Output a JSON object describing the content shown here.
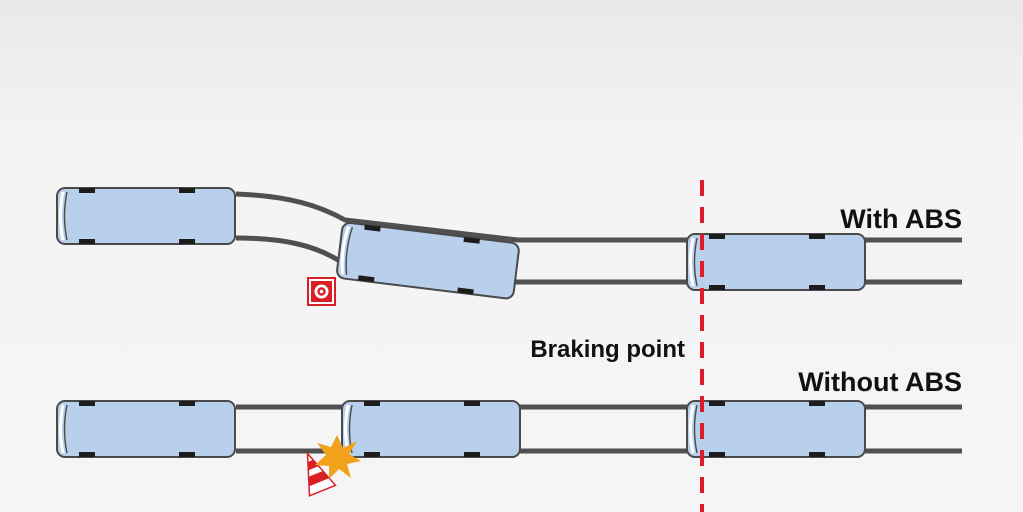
{
  "labels": {
    "with_abs": "With ABS",
    "without_abs": "Without ABS",
    "braking_point": "Braking point"
  },
  "icons": {
    "obstacle_marker": "target-sign-icon",
    "traffic_cone": "traffic-cone-icon",
    "collision": "collision-burst-icon"
  },
  "colors": {
    "bus_body": "#b9d0ec",
    "bus_body_straight": "#c2d5ec",
    "wheel": "#1c1c1c",
    "track": "#505050",
    "braking_line": "#dd1c2b",
    "sign_red": "#d91f26",
    "burst": "#f2a11b",
    "text": "#111111"
  }
}
